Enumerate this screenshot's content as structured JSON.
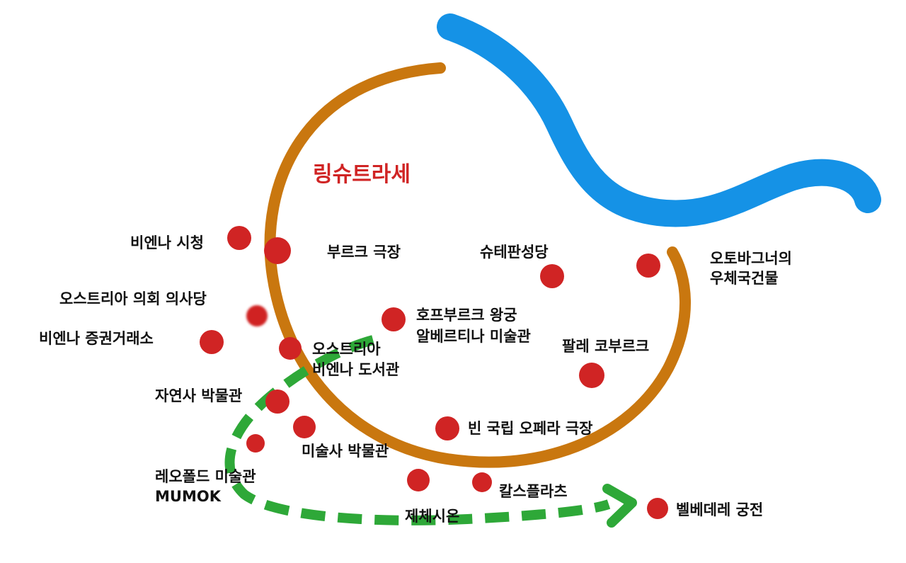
{
  "colors": {
    "river": "#1592e6",
    "ring": "#c9770f",
    "marker": "#d02424",
    "route": "#2ea838",
    "title": "#d02424",
    "label": "#111111"
  },
  "map": {
    "title": "링슈트라세",
    "labels": {
      "vienna_city_hall": "비엔나 시청",
      "burgtheater": "부르크 극장",
      "stephansdom": "슈테판성당",
      "postal_savings_bank": [
        "오토바그너의",
        "우체국건물"
      ],
      "parliament": "오스트리아 의회 의사당",
      "hofburg_albertina": [
        "호프부르크 왕궁",
        "알베르티나 미술관"
      ],
      "stock_exchange": "비엔나 증권거래소",
      "national_library": [
        "오스트리아",
        "비엔나 도서관"
      ],
      "palais_coburg": "팔레 코부르크",
      "natural_history_museum": "자연사 박물관",
      "state_opera": "빈 국립 오페라 극장",
      "art_history_museum": "미술사 박물관",
      "leopold_mumok": [
        "레오폴드 미술관",
        "MUMOK"
      ],
      "karlsplatz": "칼스플라츠",
      "secession": "제체시온",
      "belvedere": "벨베데레 궁전"
    }
  }
}
